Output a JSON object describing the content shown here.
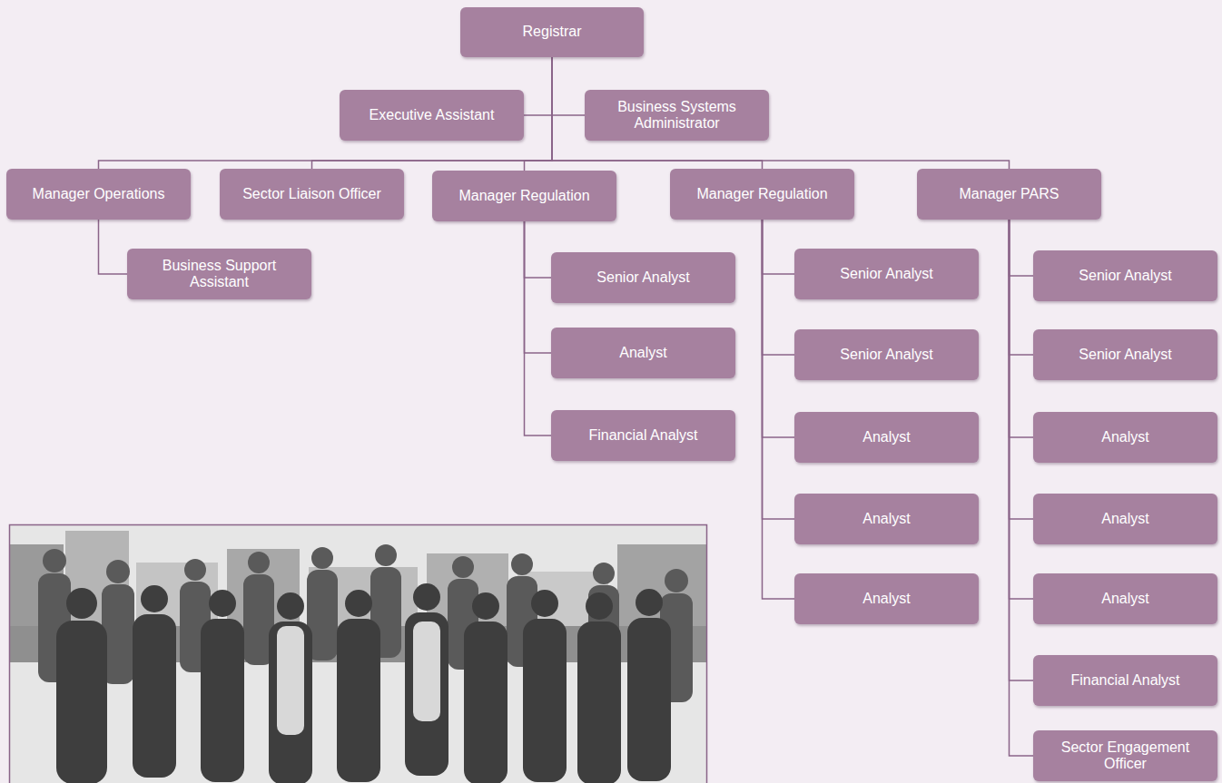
{
  "diagram": {
    "nodes": [
      {
        "text": [
          "Registrar"
        ]
      },
      {
        "text": [
          "Executive Assistant"
        ]
      },
      {
        "text": [
          "Business Systems Administrator"
        ]
      },
      {
        "text": [
          "Manager Operations"
        ]
      },
      {
        "text": [
          "Sector Liaison Officer"
        ]
      },
      {
        "text": [
          "Manager Regulation"
        ]
      },
      {
        "text": [
          "Manager Regulation"
        ]
      },
      {
        "text": [
          "Manager PARS"
        ]
      },
      {
        "text": [
          "Business Support Assistant"
        ]
      },
      {
        "text": [
          "Senior Analyst"
        ]
      },
      {
        "text": [
          "Analyst"
        ]
      },
      {
        "text": [
          "Financial Analyst"
        ]
      },
      {
        "text": [
          "Senior Analyst"
        ]
      },
      {
        "text": [
          "Senior Analyst"
        ]
      },
      {
        "text": [
          "Analyst"
        ]
      },
      {
        "text": [
          "Analyst"
        ]
      },
      {
        "text": [
          "Analyst"
        ]
      },
      {
        "text": [
          "Senior Analyst"
        ]
      },
      {
        "text": [
          "Senior Analyst"
        ]
      },
      {
        "text": [
          "Analyst"
        ]
      },
      {
        "text": [
          "Analyst"
        ]
      },
      {
        "text": [
          "Analyst"
        ]
      },
      {
        "text": [
          "Financial Analyst"
        ]
      },
      {
        "text": [
          "Sector Engagement Officer"
        ]
      }
    ],
    "edges": [
      {
        "from": 0,
        "to": 1,
        "arrow": "none"
      },
      {
        "from": 0,
        "to": 2,
        "arrow": "none"
      },
      {
        "from": 0,
        "to": 3,
        "arrow": "none"
      },
      {
        "from": 0,
        "to": 4,
        "arrow": "none"
      },
      {
        "from": 0,
        "to": 5,
        "arrow": "none"
      },
      {
        "from": 0,
        "to": 6,
        "arrow": "none"
      },
      {
        "from": 0,
        "to": 7,
        "arrow": "none"
      },
      {
        "from": 3,
        "to": 8,
        "arrow": "none"
      },
      {
        "from": 5,
        "to": 9,
        "arrow": "none"
      },
      {
        "from": 5,
        "to": 10,
        "arrow": "none"
      },
      {
        "from": 5,
        "to": 11,
        "arrow": "none"
      },
      {
        "from": 6,
        "to": 12,
        "arrow": "none"
      },
      {
        "from": 6,
        "to": 13,
        "arrow": "none"
      },
      {
        "from": 6,
        "to": 14,
        "arrow": "none"
      },
      {
        "from": 6,
        "to": 15,
        "arrow": "none"
      },
      {
        "from": 6,
        "to": 16,
        "arrow": "none"
      },
      {
        "from": 7,
        "to": 17,
        "arrow": "none"
      },
      {
        "from": 7,
        "to": 18,
        "arrow": "none"
      },
      {
        "from": 7,
        "to": 19,
        "arrow": "none"
      },
      {
        "from": 7,
        "to": 20,
        "arrow": "none"
      },
      {
        "from": 7,
        "to": 21,
        "arrow": "none"
      },
      {
        "from": 7,
        "to": 22,
        "arrow": "none"
      },
      {
        "from": 7,
        "to": 23,
        "arrow": "none"
      }
    ]
  }
}
